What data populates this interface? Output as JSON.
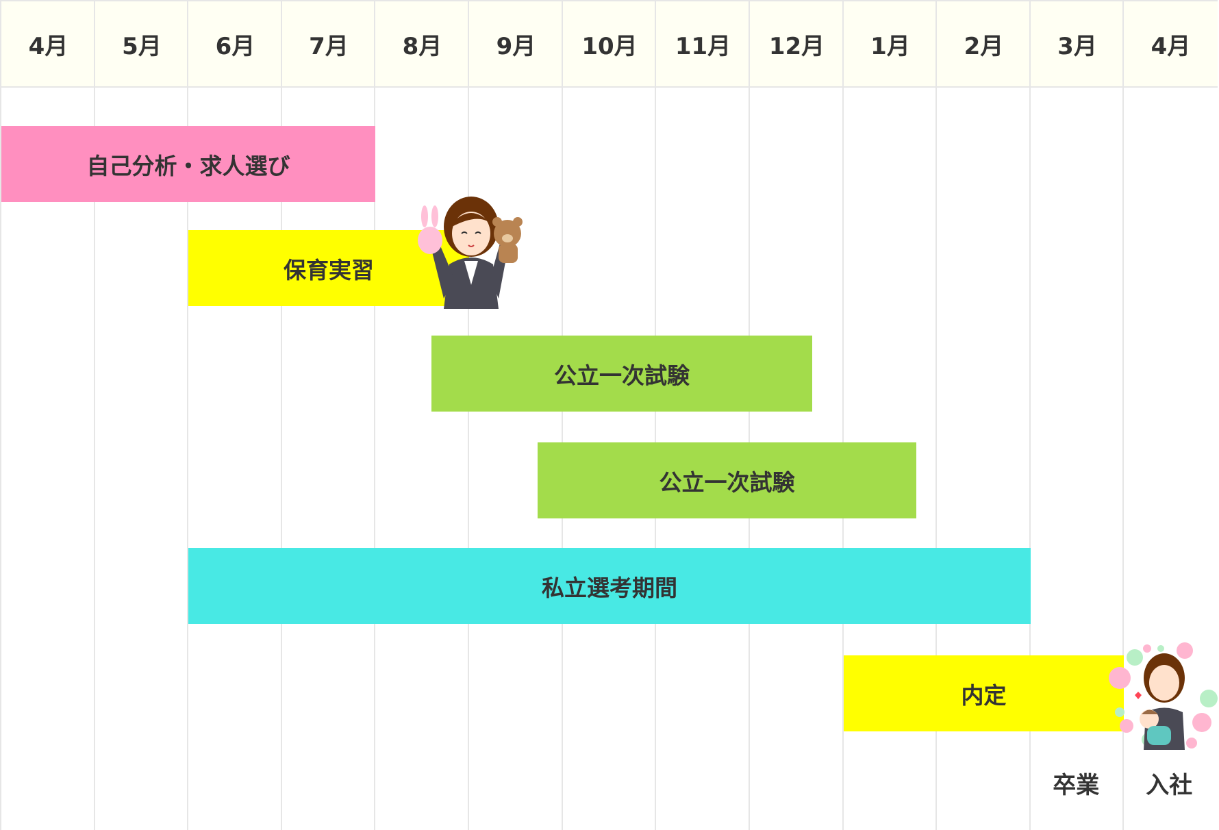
{
  "months": [
    "4月",
    "5月",
    "6月",
    "7月",
    "8月",
    "9月",
    "10月",
    "11月",
    "12月",
    "1月",
    "2月",
    "3月",
    "4月"
  ],
  "bars": [
    {
      "label": "自己分析・求人選び",
      "start": 0,
      "end": 4,
      "color": "#ff8fbf"
    },
    {
      "label": "保育実習",
      "start": 2,
      "end": 5,
      "color": "#ffff00"
    },
    {
      "label": "公立一次試験",
      "start": 4.6,
      "end": 8.67,
      "color": "#a3dc4b"
    },
    {
      "label": "公立一次試験",
      "start": 5.73,
      "end": 9.78,
      "color": "#a3dc4b"
    },
    {
      "label": "私立選考期間",
      "start": 2,
      "end": 11,
      "color": "#48e9e4"
    },
    {
      "label": "内定",
      "start": 9,
      "end": 12,
      "color": "#ffff00"
    }
  ],
  "milestones": [
    {
      "label": "卒業",
      "month": 11
    },
    {
      "label": "入社",
      "month": 12
    }
  ],
  "colors": {
    "header_bg": "#fffff3",
    "grid": "#e6e6e6",
    "text": "#333333"
  }
}
